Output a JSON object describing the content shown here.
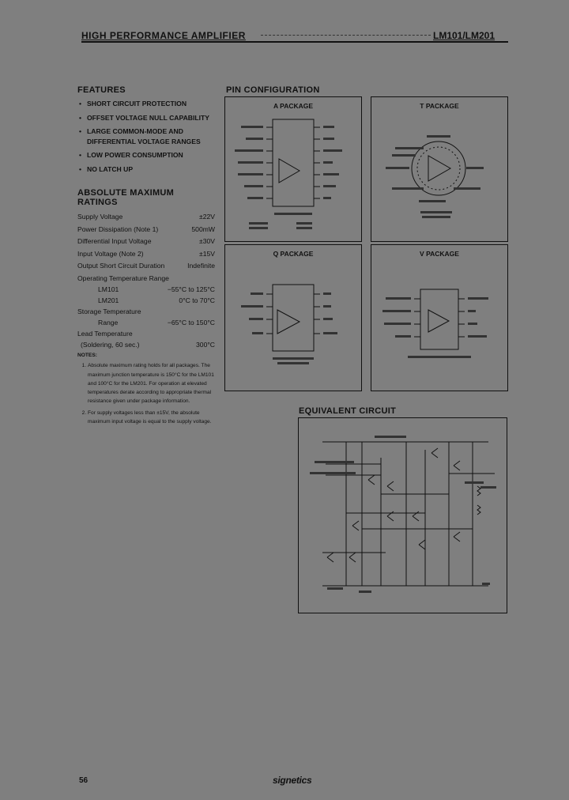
{
  "header": {
    "title": "HIGH PERFORMANCE AMPLIFIER",
    "part_numbers": "LM101/LM201"
  },
  "features": {
    "heading": "FEATURES",
    "items": [
      "SHORT CIRCUIT PROTECTION",
      "OFFSET VOLTAGE NULL CAPABILITY",
      "LARGE COMMON-MODE AND DIFFERENTIAL VOLTAGE RANGES",
      "LOW POWER CONSUMPTION",
      "NO LATCH UP"
    ]
  },
  "ratings": {
    "heading": "ABSOLUTE MAXIMUM RATINGS",
    "rows": [
      {
        "label": "Supply Voltage",
        "value": "±22V"
      },
      {
        "label": "Power Dissipation (Note 1)",
        "value": "500mW"
      },
      {
        "label": "Differential Input Voltage",
        "value": "±30V"
      },
      {
        "label": "Input Voltage (Note 2)",
        "value": "±15V"
      },
      {
        "label": "Output Short Circuit Duration",
        "value": "Indefinite"
      },
      {
        "label": "Operating Temperature Range",
        "value": ""
      },
      {
        "label": "LM101",
        "value": "−55°C to 125°C"
      },
      {
        "label": "LM201",
        "value": "0°C to 70°C"
      },
      {
        "label": "Storage Temperature",
        "value": ""
      },
      {
        "label": "Range",
        "value": "−65°C to 150°C"
      },
      {
        "label": "Lead Temperature",
        "value": ""
      },
      {
        "label": "(Soldering, 60 sec.)",
        "value": "300°C"
      }
    ]
  },
  "notes": {
    "heading": "NOTES:",
    "items": [
      "Absolute maximum rating holds for all packages. The maximum junction temperature is 150°C for the LM101 and 100°C for the LM201. For operation at elevated temperatures derate according to appropriate thermal resistance given under package information.",
      "For supply voltages less than ±15V, the absolute maximum input voltage is equal to the supply voltage."
    ]
  },
  "pin_config": {
    "heading": "PIN CONFIGURATION",
    "packages": {
      "a": "A PACKAGE",
      "t": "T PACKAGE",
      "q": "Q PACKAGE",
      "v": "V PACKAGE"
    }
  },
  "equivalent_circuit": {
    "heading": "EQUIVALENT CIRCUIT"
  },
  "footer": {
    "page_number": "56",
    "logo": "signetics"
  }
}
